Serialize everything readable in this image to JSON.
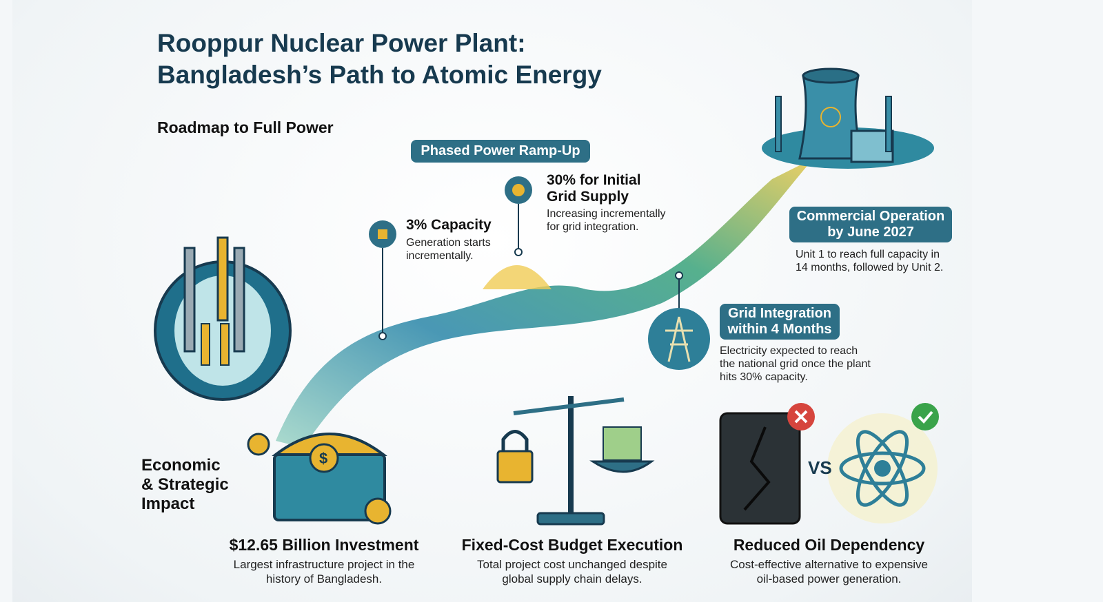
{
  "title": {
    "line1": "Rooppur Nuclear Power Plant:",
    "line2": "Bangladesh’s Path to Atomic Energy"
  },
  "roadmap_heading": "Roadmap to Full Power",
  "phased_label": "Phased Power Ramp-Up",
  "milestones": [
    {
      "title": "3% Capacity",
      "desc1": "Generation starts",
      "desc2": "incrementally."
    },
    {
      "title1": "30% for Initial",
      "title2": "Grid Supply",
      "desc1": "Increasing incrementally",
      "desc2": "for grid integration."
    },
    {
      "title1": "Commercial Operation",
      "title2": "by June 2027",
      "desc1": "Unit 1 to reach full capacity in",
      "desc2": "14 months, followed by Unit 2."
    },
    {
      "title1": "Grid Integration",
      "title2": "within 4 Months",
      "desc1": "Electricity expected to reach",
      "desc2": "the national grid once the plant",
      "desc3": "hits 30% capacity."
    }
  ],
  "impact_heading": {
    "l1": "Economic",
    "l2": "& Strategic",
    "l3": "Impact"
  },
  "impacts": [
    {
      "title": "$12.65 Billion Investment",
      "desc1": "Largest infrastructure project in the",
      "desc2": "history of Bangladesh."
    },
    {
      "title": "Fixed-Cost Budget Execution",
      "desc1": "Total project cost unchanged despite",
      "desc2": "global supply chain delays."
    },
    {
      "title": "Reduced Oil Dependency",
      "desc1": "Cost-effective alternative to expensive",
      "desc2": "oil-based power generation."
    }
  ],
  "vs_label": "VS",
  "colors": {
    "teal": "#2e6f86",
    "navy": "#173a4f",
    "gold": "#e8b430"
  }
}
